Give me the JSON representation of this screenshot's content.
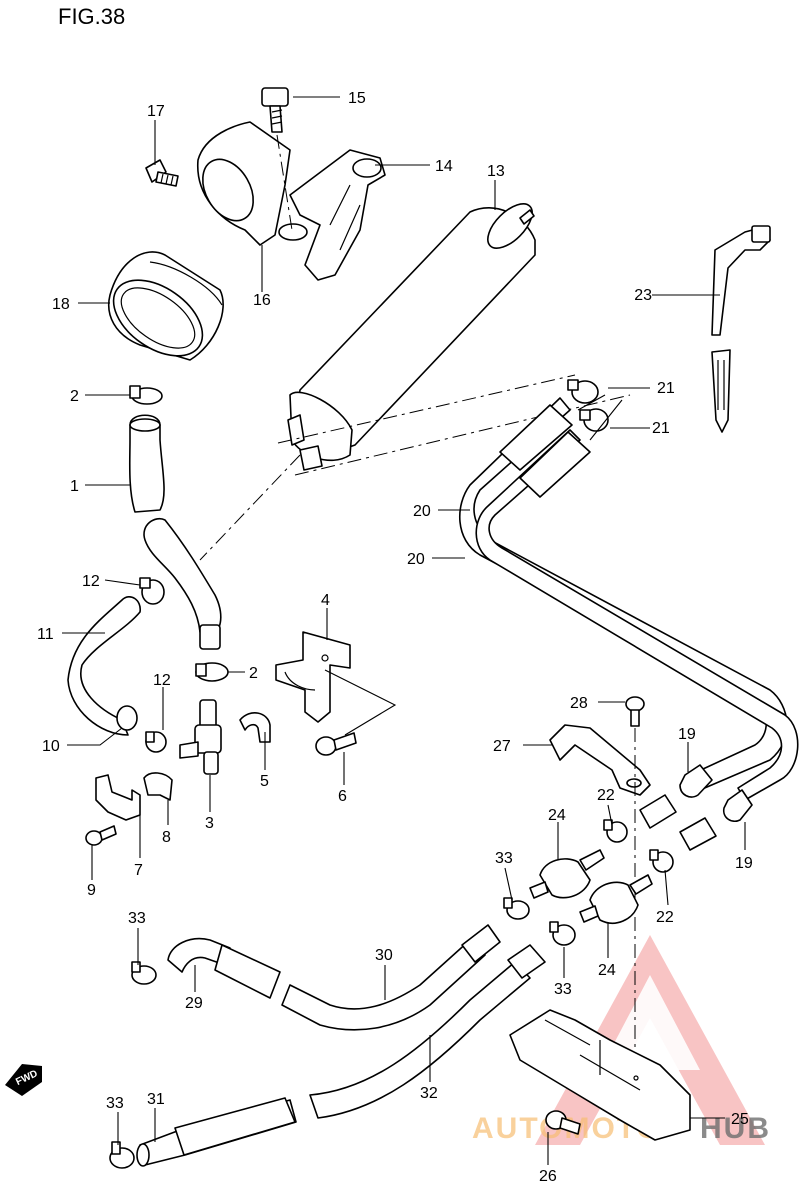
{
  "figure": {
    "title": "FIG.38"
  },
  "direction_badge": {
    "label": "FWD"
  },
  "watermark": {
    "text_colored": "AUTOMOTO",
    "text_dark": "HUB",
    "accent_color": "#e94b4b",
    "secondary_color": "#f5b25b"
  },
  "callouts": {
    "c1": "1",
    "c2a": "2",
    "c2b": "2",
    "c3": "3",
    "c4": "4",
    "c5": "5",
    "c6": "6",
    "c7": "7",
    "c8": "8",
    "c9": "9",
    "c10": "10",
    "c11": "11",
    "c12a": "12",
    "c12b": "12",
    "c13": "13",
    "c14": "14",
    "c15": "15",
    "c16": "16",
    "c17": "17",
    "c18": "18",
    "c19a": "19",
    "c19b": "19",
    "c20a": "20",
    "c20b": "20",
    "c21a": "21",
    "c21b": "21",
    "c22a": "22",
    "c22b": "22",
    "c23": "23",
    "c24a": "24",
    "c24b": "24",
    "c25": "25",
    "c26": "26",
    "c27": "27",
    "c28": "28",
    "c29": "29",
    "c30": "30",
    "c31": "31",
    "c32": "32",
    "c33a": "33",
    "c33b": "33",
    "c33c": "33",
    "c33d": "33"
  }
}
